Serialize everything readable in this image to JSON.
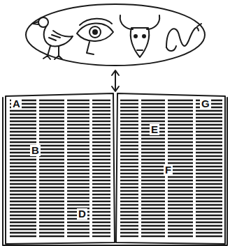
{
  "diagram": {
    "labels": [
      "A",
      "B",
      "D",
      "E",
      "F",
      "G"
    ]
  }
}
